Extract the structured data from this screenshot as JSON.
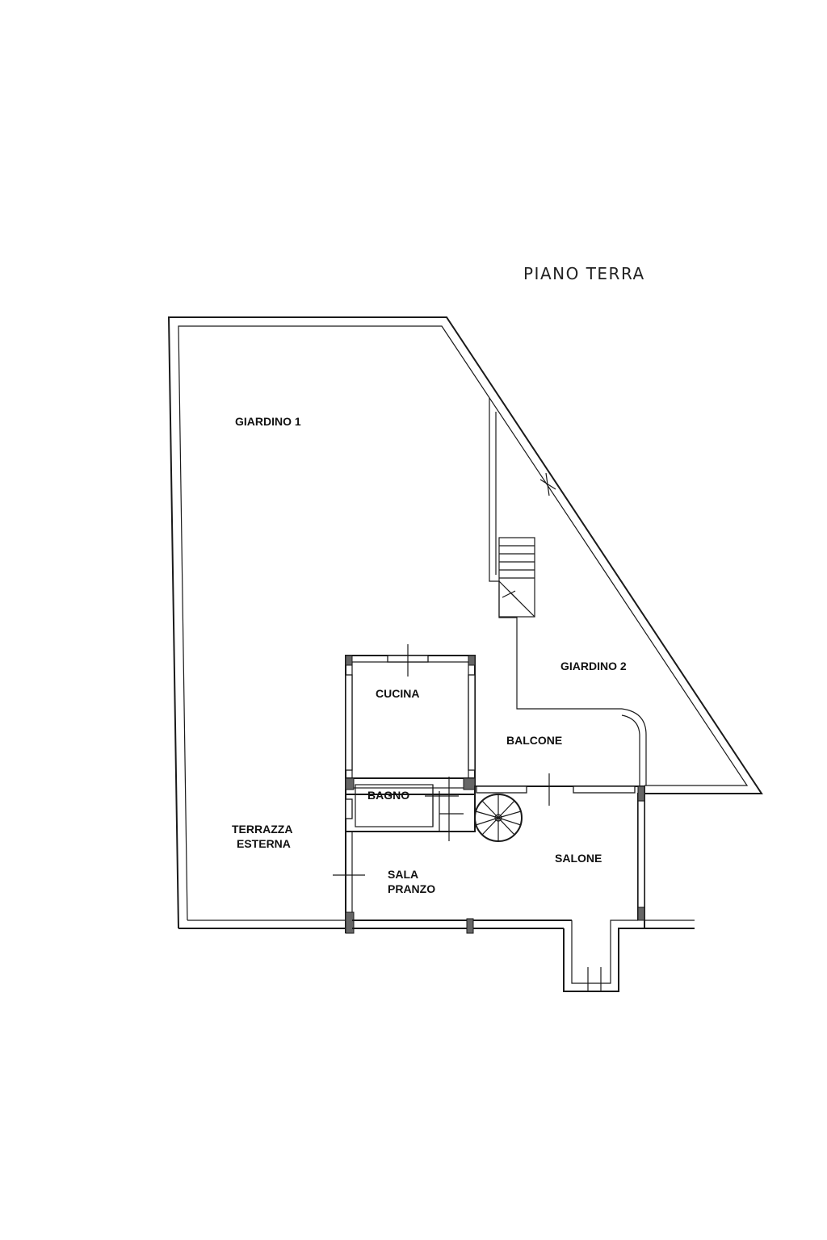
{
  "title": "PIANO TERRA",
  "rooms": {
    "giardino1": "GIARDINO 1",
    "giardino2": "GIARDINO 2",
    "cucina": "CUCINA",
    "balcone": "BALCONE",
    "bagno": "BAGNO",
    "terrazza_line1": "TERRAZZA",
    "terrazza_line2": "ESTERNA",
    "sala_line1": "SALA",
    "sala_line2": "PRANZO",
    "salone": "SALONE"
  }
}
